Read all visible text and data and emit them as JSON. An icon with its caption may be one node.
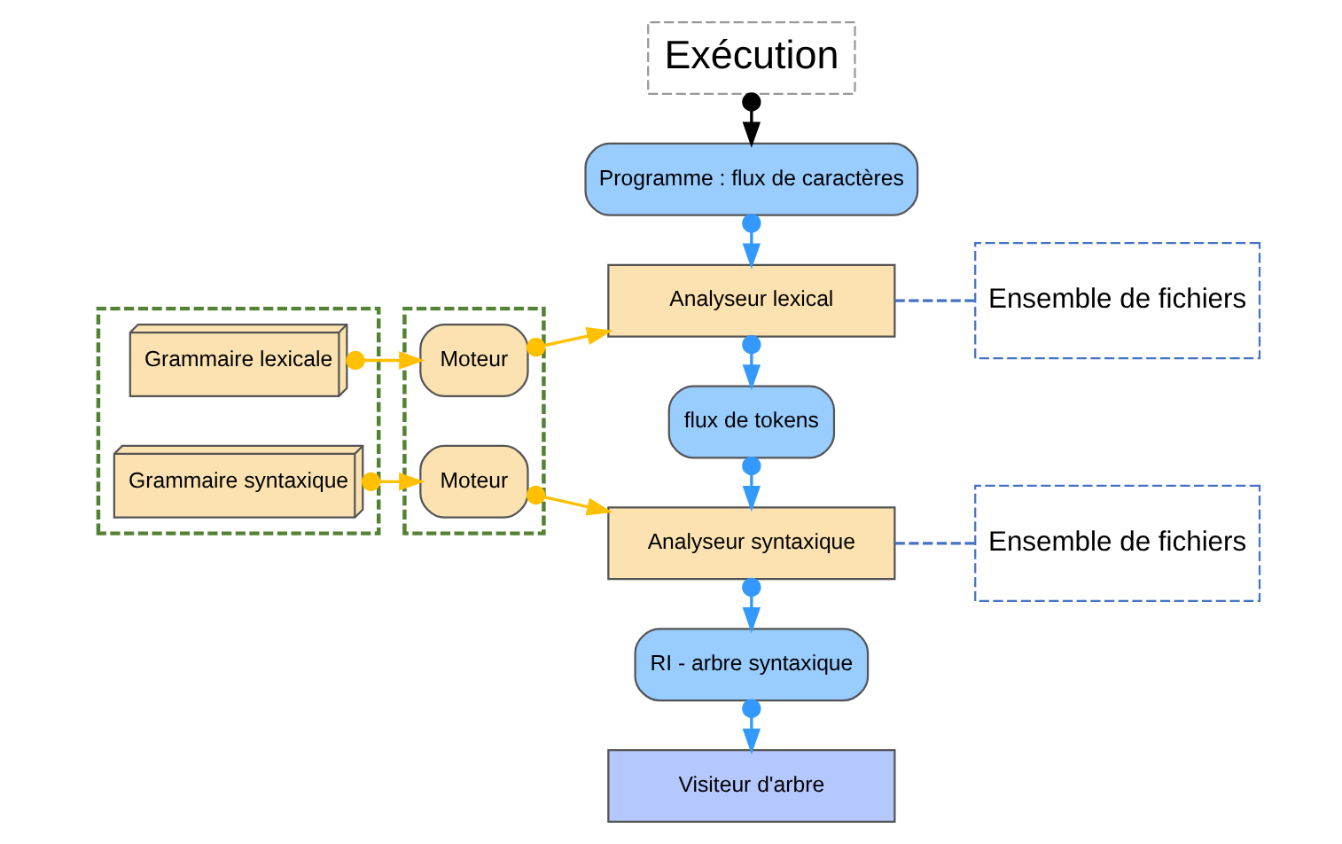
{
  "diagram": {
    "nodes": [
      {
        "text": [
          "Exécution"
        ]
      },
      {
        "text": [
          "Programme : flux de caractères"
        ]
      },
      {
        "text": [
          "Ensemble de fichiers"
        ]
      },
      {
        "text": [],
        "shape": "box"
      },
      {
        "text": [
          "Grammaire lexicale"
        ],
        "in": 3
      },
      {
        "text": [
          "Grammaire syntaxique"
        ],
        "in": 3
      },
      {
        "text": [],
        "shape": "box"
      },
      {
        "text": [
          "Moteur"
        ],
        "in": 6
      },
      {
        "text": [
          "Moteur"
        ],
        "in": 6
      },
      {
        "text": [
          "Analyseur lexical"
        ]
      },
      {
        "text": [
          "flux de tokens"
        ]
      },
      {
        "text": [
          "Ensemble de fichiers"
        ]
      },
      {
        "text": [
          "Analyseur syntaxique"
        ]
      },
      {
        "text": [
          "RI - arbre syntaxique"
        ]
      },
      {
        "text": [
          "Visiteur d'arbre"
        ]
      }
    ],
    "edges": [
      {
        "from": 0,
        "to": 1,
        "arrow": "to",
        "color": "#000000"
      },
      {
        "from": 1,
        "to": 9,
        "arrow": "to"
      },
      {
        "from": 4,
        "to": 7,
        "arrow": "to",
        "color": "#ffc000"
      },
      {
        "from": 7,
        "to": 9,
        "arrow": "to",
        "color": "#ffc000"
      },
      {
        "from": 9,
        "to": 10,
        "arrow": "to"
      },
      {
        "from": 9,
        "to": 2,
        "arrow": "none",
        "style": "dashed",
        "color": "#4472c4"
      },
      {
        "from": 10,
        "to": 12,
        "arrow": "to"
      },
      {
        "from": 5,
        "to": 8,
        "arrow": "to",
        "color": "#ffc000"
      },
      {
        "from": 8,
        "to": 12,
        "arrow": "to",
        "color": "#ffc000"
      },
      {
        "from": 12,
        "to": 11,
        "arrow": "none",
        "style": "dashed",
        "color": "#4472c4"
      },
      {
        "from": 12,
        "to": 13,
        "arrow": "to"
      },
      {
        "from": 13,
        "to": 14,
        "arrow": "to"
      }
    ]
  }
}
